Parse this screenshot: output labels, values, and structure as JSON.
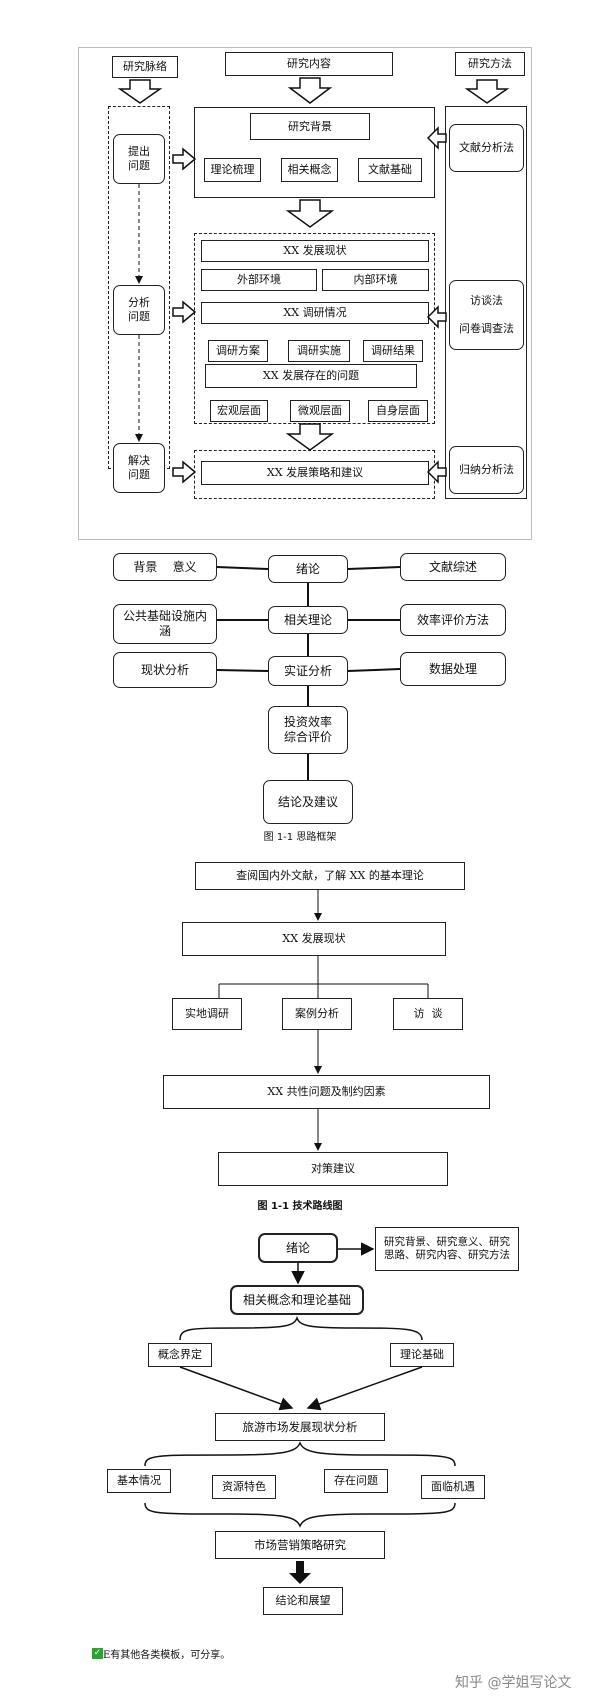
{
  "d1": {
    "heading_left": "研究脉络",
    "heading_center": "研究内容",
    "heading_right": "研究方法",
    "steps": [
      "提出\n问题",
      "分析\n问题",
      "解决\n问题"
    ],
    "background_title": "研究背景",
    "background_items": [
      "理论梳理",
      "相关概念",
      "文献基础"
    ],
    "status_title": "XX 发展现状",
    "env_items": [
      "外部环境",
      "内部环境"
    ],
    "survey_title": "XX 调研情况",
    "survey_items": [
      "调研方案",
      "调研实施",
      "调研结果"
    ],
    "problem_title": "XX 发展存在的问题",
    "level_items": [
      "宏观层面",
      "微观层面",
      "自身层面"
    ],
    "strategy_title": "XX 发展策略和建议",
    "methods": [
      "文献分析法",
      "访谈法\n\n问卷调查法",
      "归纳分析法"
    ]
  },
  "d2": {
    "left_items": [
      "背景    意义",
      "公共基础设施内\n涵",
      "现状分析"
    ],
    "center_items": [
      "绪论",
      "相关理论",
      "实证分析",
      "投资效率\n综合评价",
      "结论及建议"
    ],
    "right_items": [
      "文献综述",
      "效率评价方法",
      "数据处理"
    ],
    "caption": "图 1-1  思路框架"
  },
  "d3": {
    "steps": [
      "查阅国内外文献，了解 XX 的基本理论",
      "XX 发展现状",
      "XX 共性问题及制约因素",
      "对策建议"
    ],
    "branches": [
      "实地调研",
      "案例分析",
      "访  谈"
    ],
    "caption": "图 1-1  技术路线图"
  },
  "d4": {
    "intro": "绪论",
    "intro_detail": "研究背景、研究意义、研究\n思路、研究内容、研究方法",
    "theory": "相关概念和理论基础",
    "theory_items": [
      "概念界定",
      "理论基础"
    ],
    "analysis": "旅游市场发展现状分析",
    "analysis_items": [
      "基本情况",
      "资源特色",
      "存在问题",
      "面临机遇"
    ],
    "strategy": "市场营销策略研究",
    "conclusion": "结论和展望"
  },
  "footer": {
    "check_mark": "✓",
    "note": "E有其他各类模板，可分享。",
    "watermark": "知乎 @学姐写论文"
  }
}
